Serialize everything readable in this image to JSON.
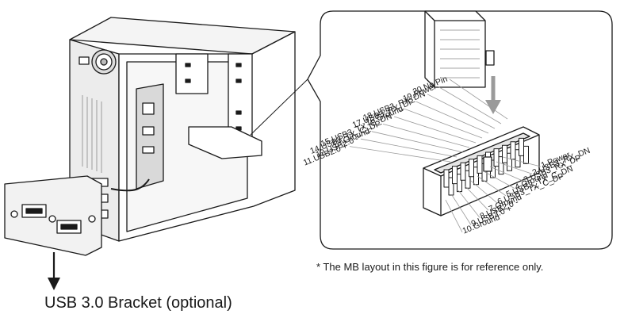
{
  "header_pins_left": [
    "20.No Pin",
    "19.Power",
    "18.USB3_RX_DN",
    "17.USB3_RX_DP",
    "16.Ground",
    "15.USB3_TX_C_DN",
    "14.USB3_TX_C_DP",
    "13.Ground",
    "12.USB2.0 -",
    "11.USB2.0 +"
  ],
  "header_pins_right": [
    "1.Power",
    "2.USB3_RX_DN",
    "3.USB3_RX_DP",
    "4.Ground",
    "5.USB3_TX_C_DN",
    "6.USB3_TX_C_DP",
    "7.Ground",
    "8.USB2.0 -",
    "9.USB2.0 +",
    "10.Ground"
  ],
  "note": "* The MB layout in this figure is for reference only.",
  "bracket_caption": "USB 3.0 Bracket (optional)",
  "colors": {
    "line": "#1a1a1a",
    "arrow": "#9a9a9a",
    "panel": "#f2f2f2",
    "mb": "#d9d9d9"
  }
}
